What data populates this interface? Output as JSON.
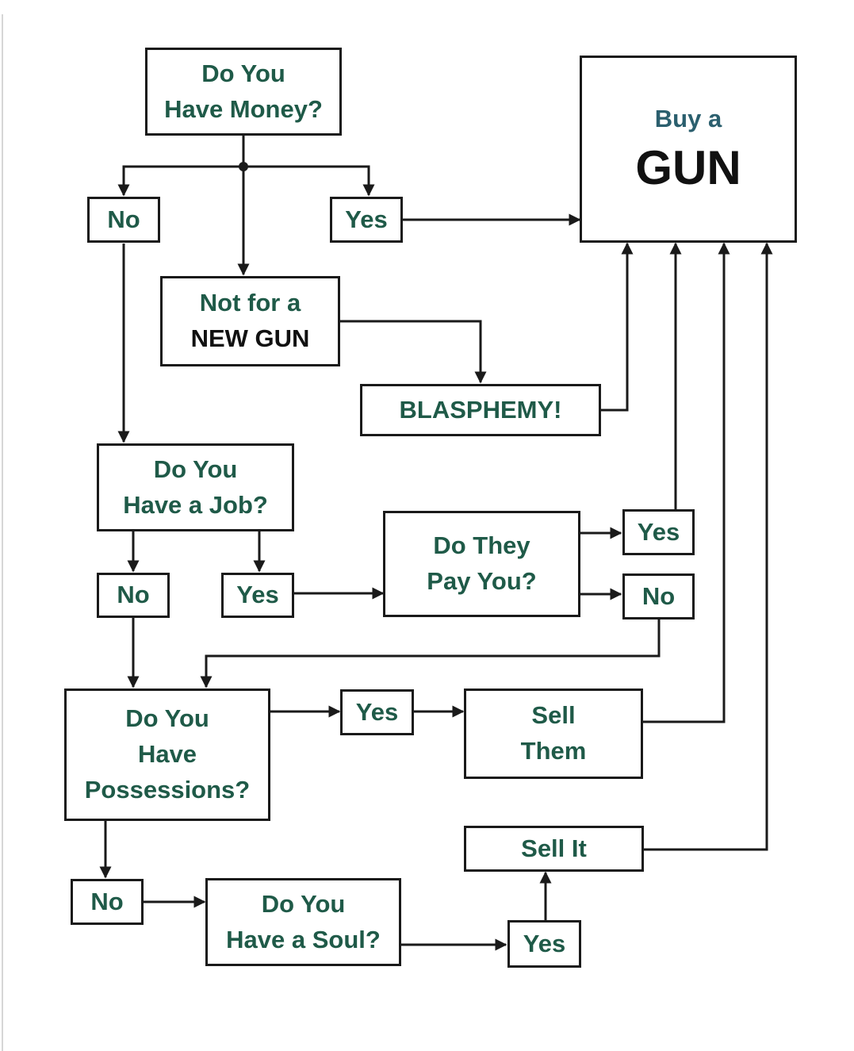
{
  "diagram": {
    "type": "flowchart",
    "nodes": {
      "have_money": [
        "Do You",
        "Have Money?"
      ],
      "buy_gun": {
        "line1": "Buy a",
        "line2": "GUN"
      },
      "money_no": "No",
      "money_yes": "Yes",
      "not_for_gun": {
        "line1": "Not for a",
        "line2": "NEW GUN"
      },
      "blasphemy": "BLASPHEMY!",
      "have_job": [
        "Do You",
        "Have a Job?"
      ],
      "job_no": "No",
      "job_yes": "Yes",
      "pay_you": [
        "Do They",
        "Pay You?"
      ],
      "pay_yes": "Yes",
      "pay_no": "No",
      "have_possessions": [
        "Do You",
        "Have",
        "Possessions?"
      ],
      "poss_yes": "Yes",
      "sell_them": [
        "Sell",
        "Them"
      ],
      "poss_no": "No",
      "have_soul": [
        "Do You",
        "Have a Soul?"
      ],
      "soul_yes": "Yes",
      "sell_it": "Sell It"
    },
    "edges": [
      [
        "have_money",
        "money_no"
      ],
      [
        "have_money",
        "money_yes"
      ],
      [
        "have_money",
        "not_for_gun"
      ],
      [
        "money_yes",
        "buy_gun"
      ],
      [
        "not_for_gun",
        "blasphemy"
      ],
      [
        "blasphemy",
        "buy_gun"
      ],
      [
        "money_no",
        "have_job"
      ],
      [
        "have_job",
        "job_no"
      ],
      [
        "have_job",
        "job_yes"
      ],
      [
        "job_yes",
        "pay_you"
      ],
      [
        "pay_you",
        "pay_yes"
      ],
      [
        "pay_you",
        "pay_no"
      ],
      [
        "pay_yes",
        "buy_gun"
      ],
      [
        "pay_no",
        "have_possessions"
      ],
      [
        "job_no",
        "have_possessions"
      ],
      [
        "have_possessions",
        "poss_yes"
      ],
      [
        "poss_yes",
        "sell_them"
      ],
      [
        "sell_them",
        "buy_gun"
      ],
      [
        "have_possessions",
        "poss_no"
      ],
      [
        "poss_no",
        "have_soul"
      ],
      [
        "have_soul",
        "soul_yes"
      ],
      [
        "soul_yes",
        "sell_it"
      ],
      [
        "sell_it",
        "buy_gun"
      ]
    ],
    "colors": {
      "text": "#1f5a48",
      "emphasis": "#111111",
      "line": "#1a1a1a",
      "background": "#ffffff"
    }
  }
}
